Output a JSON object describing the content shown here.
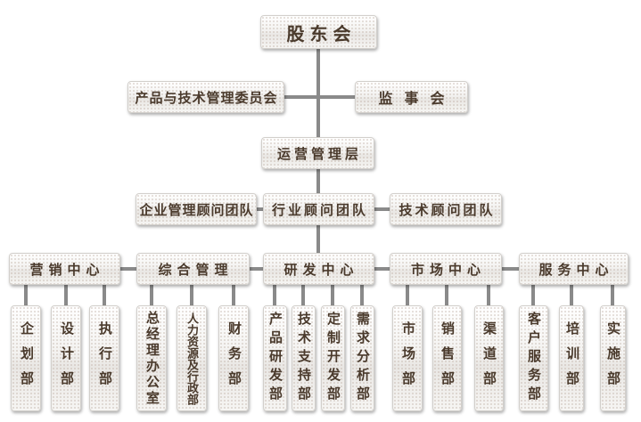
{
  "colors": {
    "background": "#ffffff",
    "node_text": "#4a3a2c",
    "node_border": "#d2cfcb",
    "node_gradient_top": "#ffffff",
    "node_gradient_mid": "#e9e7e4",
    "connector_line": "#8a8a8a"
  },
  "org": {
    "root": {
      "label": "股东会"
    },
    "committees": [
      {
        "label": "产品与技术管理委员会"
      },
      {
        "label": "监事会"
      }
    ],
    "management": {
      "label": "运营管理层"
    },
    "advisors": [
      {
        "label": "企业管理顾问团队"
      },
      {
        "label": "行业顾问团队"
      },
      {
        "label": "技术顾问团队"
      }
    ],
    "centers": [
      {
        "label": "营销中心",
        "departments": [
          {
            "label": "企划部"
          },
          {
            "label": "设计部"
          },
          {
            "label": "执行部"
          }
        ]
      },
      {
        "label": "综合管理",
        "departments": [
          {
            "label": "总经理办公室"
          },
          {
            "label": "人力资源及行政部"
          },
          {
            "label": "财务部"
          }
        ]
      },
      {
        "label": "研发中心",
        "departments": [
          {
            "label": "产品研发部"
          },
          {
            "label": "技术支持部"
          },
          {
            "label": "定制开发部"
          },
          {
            "label": "需求分析部"
          }
        ]
      },
      {
        "label": "市场中心",
        "departments": [
          {
            "label": "市场部"
          },
          {
            "label": "销售部"
          },
          {
            "label": "渠道部"
          }
        ]
      },
      {
        "label": "服务中心",
        "departments": [
          {
            "label": "客户服务部"
          },
          {
            "label": "培训部"
          },
          {
            "label": "实施部"
          }
        ]
      }
    ]
  }
}
